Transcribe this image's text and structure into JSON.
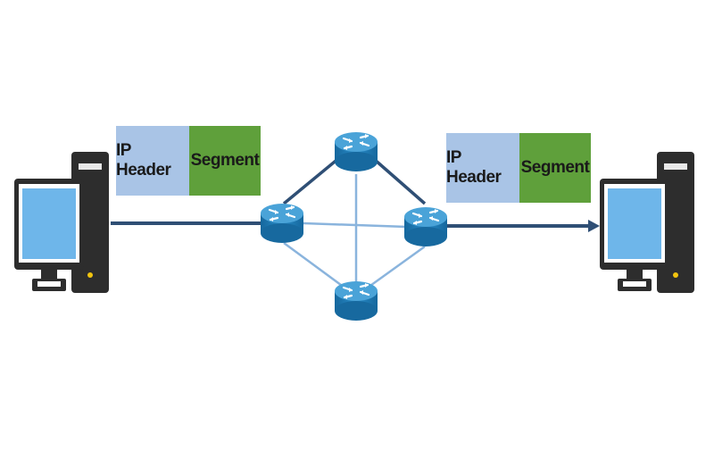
{
  "packets": [
    {
      "header_label": "IP Header",
      "segment_label": "Segment"
    },
    {
      "header_label": "IP Header",
      "segment_label": "Segment"
    }
  ],
  "colors": {
    "header_fill": "#a9c4e6",
    "segment_fill": "#5fa03b",
    "router_fill": "#1f7fb8",
    "router_top": "#4aa3d8",
    "path_dark": "#2f4f75",
    "path_light": "#8ab4dd",
    "computer_body": "#2d2d2d",
    "screen_fill": "#6eb6ea"
  },
  "icons": {
    "source": "desktop-computer-icon",
    "destination": "desktop-computer-icon",
    "router": "router-icon"
  }
}
